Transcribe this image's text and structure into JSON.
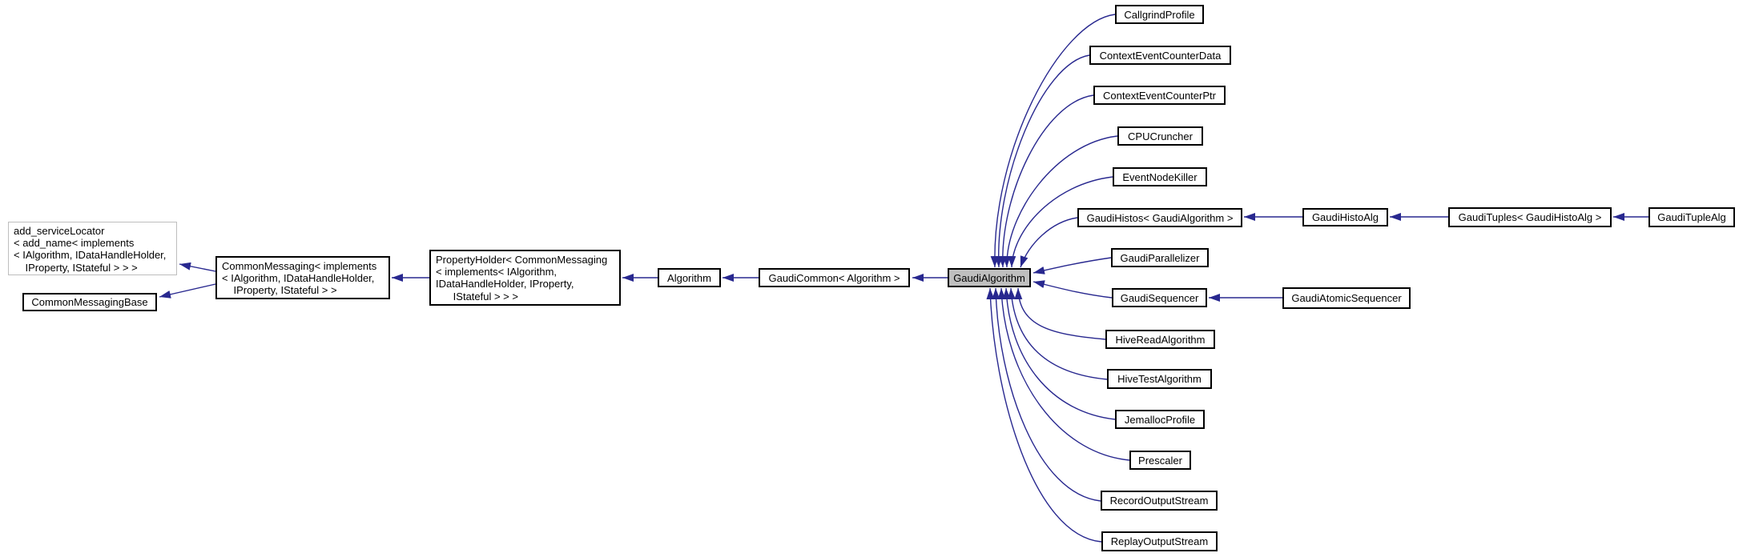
{
  "diagram": {
    "type": "class-inheritance-graph",
    "focus_class": "GaudiAlgorithm",
    "colors": {
      "background": "#FFFFFF",
      "edge": "#28288F",
      "node_border": "#000000",
      "node_fill": "#FFFFFF",
      "focus_fill": "#BFBFBF",
      "truncated_border": "#BEBEBE"
    }
  },
  "nodes": [
    {
      "id": "add_service_locator",
      "label": "add_serviceLocator\n< add_name< implements\n< IAlgorithm, IDataHandleHolder,\n    IProperty, IStateful > > >"
    },
    {
      "id": "common_messaging_base",
      "label": "CommonMessagingBase"
    },
    {
      "id": "common_messaging",
      "label": "CommonMessaging< implements\n< IAlgorithm, IDataHandleHolder,\n    IProperty, IStateful > >"
    },
    {
      "id": "property_holder",
      "label": "PropertyHolder< CommonMessaging\n< implements< IAlgorithm,\nIDataHandleHolder, IProperty,\n      IStateful > > >"
    },
    {
      "id": "algorithm",
      "label": "Algorithm"
    },
    {
      "id": "gaudi_common",
      "label": "GaudiCommon< Algorithm >"
    },
    {
      "id": "gaudi_algorithm",
      "label": "GaudiAlgorithm"
    },
    {
      "id": "callgrind_profile",
      "label": "CallgrindProfile"
    },
    {
      "id": "context_event_counter_data",
      "label": "ContextEventCounterData"
    },
    {
      "id": "context_event_counter_ptr",
      "label": "ContextEventCounterPtr"
    },
    {
      "id": "cpu_cruncher",
      "label": "CPUCruncher"
    },
    {
      "id": "event_node_killer",
      "label": "EventNodeKiller"
    },
    {
      "id": "gaudi_histos",
      "label": "GaudiHistos< GaudiAlgorithm >"
    },
    {
      "id": "gaudi_parallelizer",
      "label": "GaudiParallelizer"
    },
    {
      "id": "gaudi_sequencer",
      "label": "GaudiSequencer"
    },
    {
      "id": "hive_read_algorithm",
      "label": "HiveReadAlgorithm"
    },
    {
      "id": "hive_test_algorithm",
      "label": "HiveTestAlgorithm"
    },
    {
      "id": "jemalloc_profile",
      "label": "JemallocProfile"
    },
    {
      "id": "prescaler",
      "label": "Prescaler"
    },
    {
      "id": "record_output_stream",
      "label": "RecordOutputStream"
    },
    {
      "id": "replay_output_stream",
      "label": "ReplayOutputStream"
    },
    {
      "id": "gaudi_histo_alg",
      "label": "GaudiHistoAlg"
    },
    {
      "id": "gaudi_atomic_sequencer",
      "label": "GaudiAtomicSequencer"
    },
    {
      "id": "gaudi_tuples",
      "label": "GaudiTuples< GaudiHistoAlg >"
    },
    {
      "id": "gaudi_tuple_alg",
      "label": "GaudiTupleAlg"
    }
  ],
  "edges": [
    {
      "from": "common_messaging",
      "to": "add_service_locator"
    },
    {
      "from": "common_messaging",
      "to": "common_messaging_base"
    },
    {
      "from": "property_holder",
      "to": "common_messaging"
    },
    {
      "from": "algorithm",
      "to": "property_holder"
    },
    {
      "from": "gaudi_common",
      "to": "algorithm"
    },
    {
      "from": "gaudi_algorithm",
      "to": "gaudi_common"
    },
    {
      "from": "callgrind_profile",
      "to": "gaudi_algorithm"
    },
    {
      "from": "context_event_counter_data",
      "to": "gaudi_algorithm"
    },
    {
      "from": "context_event_counter_ptr",
      "to": "gaudi_algorithm"
    },
    {
      "from": "cpu_cruncher",
      "to": "gaudi_algorithm"
    },
    {
      "from": "event_node_killer",
      "to": "gaudi_algorithm"
    },
    {
      "from": "gaudi_histos",
      "to": "gaudi_algorithm"
    },
    {
      "from": "gaudi_parallelizer",
      "to": "gaudi_algorithm"
    },
    {
      "from": "gaudi_sequencer",
      "to": "gaudi_algorithm"
    },
    {
      "from": "hive_read_algorithm",
      "to": "gaudi_algorithm"
    },
    {
      "from": "hive_test_algorithm",
      "to": "gaudi_algorithm"
    },
    {
      "from": "jemalloc_profile",
      "to": "gaudi_algorithm"
    },
    {
      "from": "prescaler",
      "to": "gaudi_algorithm"
    },
    {
      "from": "record_output_stream",
      "to": "gaudi_algorithm"
    },
    {
      "from": "replay_output_stream",
      "to": "gaudi_algorithm"
    },
    {
      "from": "gaudi_histo_alg",
      "to": "gaudi_histos"
    },
    {
      "from": "gaudi_tuples",
      "to": "gaudi_histo_alg"
    },
    {
      "from": "gaudi_tuple_alg",
      "to": "gaudi_tuples"
    },
    {
      "from": "gaudi_atomic_sequencer",
      "to": "gaudi_sequencer"
    }
  ]
}
